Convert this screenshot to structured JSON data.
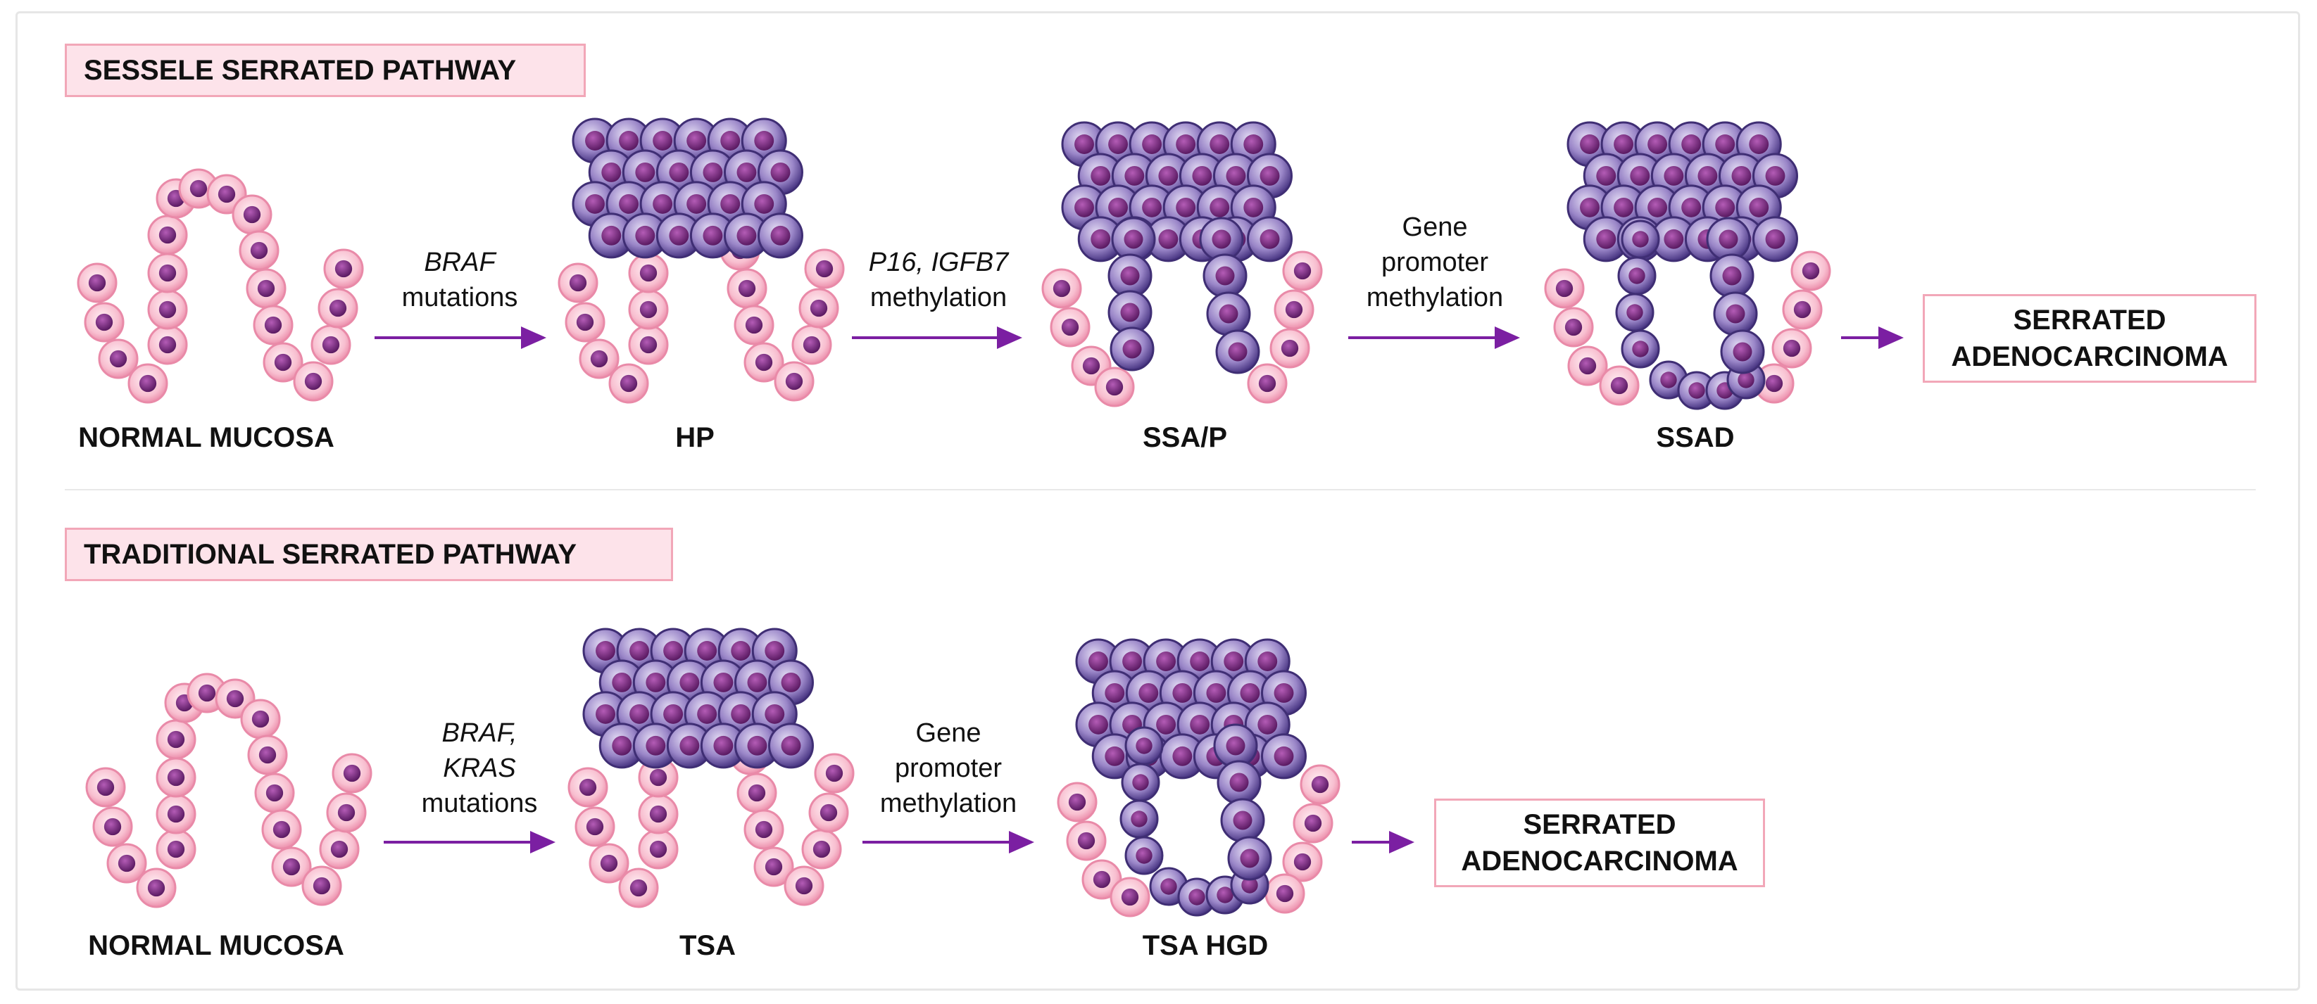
{
  "colors": {
    "pink_box": "#fde3ea",
    "pink_border": "#f2a7b8",
    "arrow": "#7b1fa2",
    "normal_cell": "#f9c5d5",
    "nucleus": "#7a2a7f",
    "serrated_cell": "#8b74b8"
  },
  "pathways": [
    {
      "title": "SESSELE SERRATED PATHWAY",
      "stages": [
        "NORMAL MUCOSA",
        "HP",
        "SSA/P",
        "SSAD"
      ],
      "transitions": [
        {
          "italic": "BRAF",
          "normal": "mutations"
        },
        {
          "italic": "P16, IGFB7",
          "normal": "methylation"
        },
        {
          "line1": "Gene",
          "line2": "promoter",
          "line3": "methylation"
        }
      ],
      "result": {
        "line1": "SERRATED",
        "line2": "ADENOCARCINOMA"
      }
    },
    {
      "title": "TRADITIONAL SERRATED PATHWAY",
      "stages": [
        "NORMAL MUCOSA",
        "TSA",
        "TSA HGD"
      ],
      "transitions": [
        {
          "italic1": "BRAF,",
          "italic2": "KRAS",
          "normal": "mutations"
        },
        {
          "line1": "Gene",
          "line2": "promoter",
          "line3": "methylation"
        }
      ],
      "result": {
        "line1": "SERRATED",
        "line2": "ADENOCARCINOMA"
      }
    }
  ]
}
